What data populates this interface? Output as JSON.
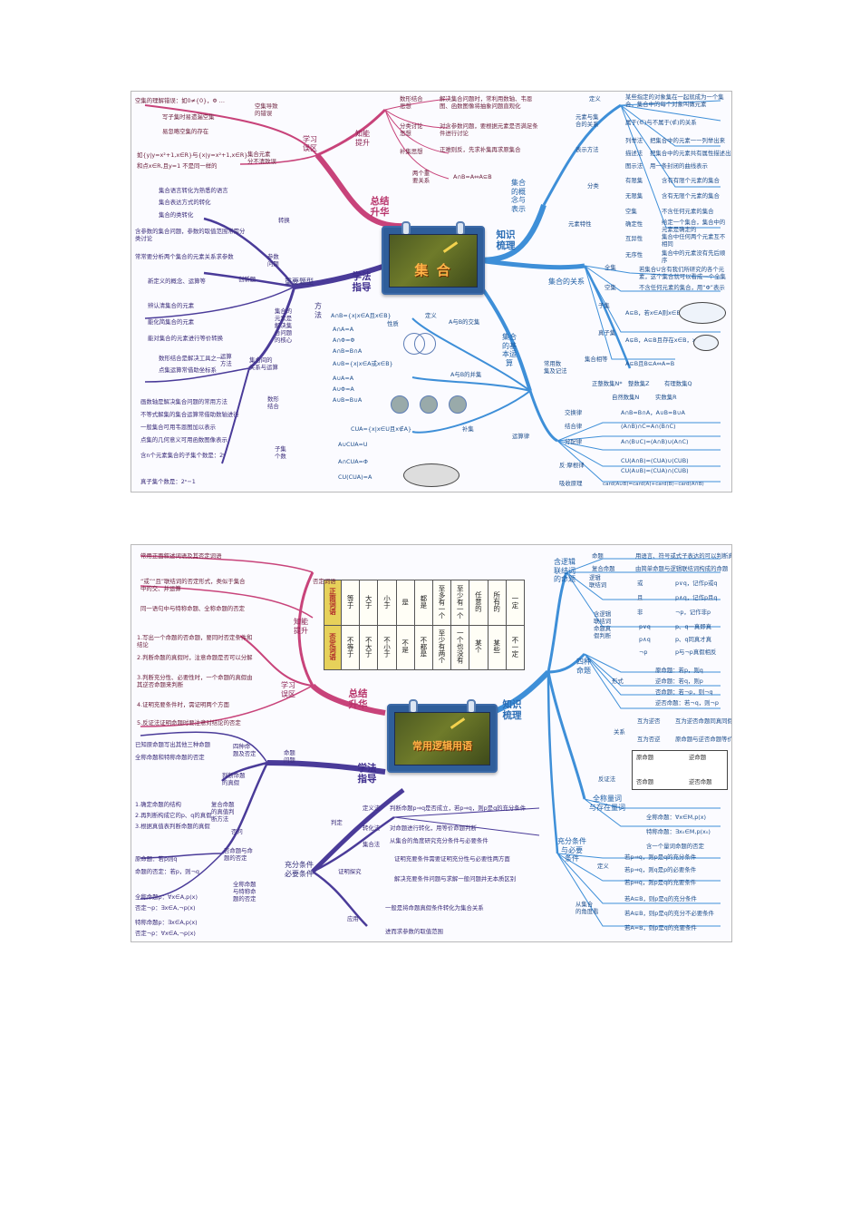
{
  "map1": {
    "center_title": "集 合",
    "hubs": {
      "summary": "总结\n升华",
      "knowledge": "知识\n梳理",
      "method": "学法\n指导"
    },
    "branch_study": "学习\n误区",
    "branch_skill": "知能\n提升",
    "branch_concept": "集合\n的概\n念与\n表示",
    "branch_relation": "集合的关系",
    "branch_ops": "集合\n的基\n本运\n算",
    "branch_key": "重要题型",
    "branch_fangfa": "方\n法",
    "left_top": [
      "空集的理解错误：如0≠{0}，Φ …",
      "空集导致\n的错误",
      "写子集时易遗漏空集",
      "易忽略空集的存在",
      "集合元素\n分不清致误",
      "如{y|y=x²+1,x∈R}与{x|y=x²+1,x∈R}",
      "和点x∈R,且y=1 不是同一样的"
    ],
    "skill_items": [
      "数形结合\n思想",
      "解决集合问题时，常利用数轴、韦恩图、函数图像将抽象问题直观化",
      "分类讨论\n思想",
      "对含参数问题，要根据元素是否满足条件进行讨论",
      "补集思想",
      "正难则反，先求补集再求原集合",
      "两个重\n要关系",
      "A∩B=A⇔A⊆B"
    ],
    "concept_items": [
      "定义",
      "某些指定的对象集在一起就成为一个集合，集合中的每个对象叫做元素",
      "元素与集\n合的关系",
      "属于(∈)与不属于(∉)的关系",
      "表示方法",
      "列举法",
      "把集合中的元素一一列举出来",
      "描述法",
      "把集合中的元素共有属性描述出来",
      "图示法",
      "用一条封闭的曲线表示",
      "分类",
      "有限集",
      "含有有限个元素的集合",
      "无限集",
      "含有无限个元素的集合",
      "空集",
      "不含任何元素的集合",
      "元素特性",
      "确定性",
      "给定一个集合，集合中的元素是确定的",
      "互异性",
      "集合中任何两个元素互不相同",
      "无序性",
      "集合中的元素没有先后顺序"
    ],
    "relation_items": [
      "全集",
      "若集合U含有我们所研究的各个元素，这个集合就可以看成一个全集",
      "空集",
      "不含任何元素的集合，用“Φ”表示",
      "子集",
      "A⊆B，若x∈A则x∈B",
      "真子集",
      "A⊊B，A⊆B且存在x∈B，x∉A",
      "集合相等",
      "A⊆B且B⊆A⇔A=B",
      "常用数\n集及记法",
      "正整数集N*",
      "整数集Z",
      "有理数集Q",
      "自然数集N",
      "实数集R"
    ],
    "ops_items": [
      "A∩B={x|x∈A且x∈B}",
      "定义",
      "A与B的交集",
      "性质",
      "A∩A=A",
      "A∩Φ=Φ",
      "A∩B=B∩A",
      "A∪B={x|x∈A或x∈B}",
      "A与B的并集",
      "A∪A=A",
      "A∪Φ=A",
      "A∪B=B∪A",
      "补集",
      "CUA={x|x∈U且x∉A}",
      "A∪CUA=U",
      "A∩CUA=Φ",
      "CU(CUA)=A",
      "运算律",
      "交换律",
      "A∩B=B∩A，A∪B=B∪A",
      "结合律",
      "(A∩B)∩C=A∩(B∩C)",
      "分配律",
      "A∩(B∪C)=(A∩B)∪(A∩C)",
      "反·摩根律",
      "CU(A∩B)=(CUA)∪(CUB)",
      "CU(A∪B)=(CUA)∩(CUB)",
      "吸收原理",
      "card(A∪B)=card(A)+card(B)−card(A∩B)"
    ],
    "method_items": [
      "集合语言转化为熟悉的语言",
      "集合表达方式的转化",
      "集合的类转化",
      "转换",
      "含参数的集合问题，参数的取值范围常需分类讨论",
      "参数\n问题",
      "常常要分析两个集合的元素关系求参数",
      "新定义的概念、运算等",
      "创新题",
      "辨认清集合的元素",
      "集合的\n元素是\n解决集\n合问题\n的核心",
      "能化简集合的元素",
      "能对集合的元素进行等价转换",
      "数形结合是解决工具之一",
      "运算\n方法",
      "点集运算常借助坐标系",
      "集合间的\n关系与运算",
      "数形\n结合",
      "画数轴是解决集合问题的常用方法",
      "不等式解集的集合运算常借助数轴进行",
      "一般集合可用韦恩图加以表示",
      "点集的几何意义可用函数图像表示",
      "子集\n个数",
      "含n个元素集合的子集个数是：2ⁿ",
      "真子集个数是：2ⁿ−1"
    ]
  },
  "map2": {
    "center_title": "常用逻辑用语",
    "hubs": {
      "summary": "总结\n升华",
      "knowledge": "知识\n梳理",
      "method": "学法\n指导"
    },
    "table": {
      "row_heads": [
        "正面词语",
        "否定词语"
      ],
      "positive": [
        "等于",
        "大于",
        "小于",
        "是",
        "都是",
        "至多有一个",
        "至少有一个",
        "任意的",
        "所有的",
        "一定"
      ],
      "negative": [
        "不等于",
        "不大于",
        "不小于",
        "不是",
        "不都是",
        "至少有两个",
        "一个也没有",
        "某个",
        "某些",
        "不一定"
      ]
    },
    "skill_branch": "知能\n提升",
    "study_branch": "学习\n误区",
    "skill_items": [
      "否定词语",
      "常用正面叙述词语及其否定词语",
      "“或”“且”联结词的否定形式，类似于集合中的交、并运算",
      "同一语句中与特称命题、全称命题的否定",
      "1.写出一个命题的否命题，要同时否定条件和结论",
      "2.判断命题的真假时，注意命题是否可以分解",
      "3.判断充分性、必要性时，一个命题的真假由其逆否命题来判断",
      "4.证明充要条件时，需证明两个方面",
      "5.反证法证明命题时要注意对结论的否定"
    ],
    "method_items": [
      "命题\n问题",
      "四种命\n题及否定",
      "已知原命题写出其他三种命题",
      "全称命题和特称命题的否定",
      "判断命题\n的真假",
      "复合命题\n的真值判\n断方法",
      "1.确定命题的结构",
      "2.再判断构成它的p、q的真假",
      "3.根据真值表判断命题的真假",
      "否问",
      "否命题与命\n题的否定",
      "原命题：若p则q",
      "命题的否定：若p，则¬q",
      "全称命题\n与特称命\n题的否定",
      "全称命题p：∀x∈A,p(x)",
      "否定¬p：∃x∈A,¬p(x)",
      "特称命题p：∃x∈A,p(x)",
      "否定¬p：∀x∈A,¬p(x)"
    ],
    "suff_branch": "充分条件\n必要条件",
    "suff_items": [
      "判定",
      "定义法",
      "判断命题p⇒q是否成立，若p⇒q，则p是q的充分条件",
      "转化法",
      "对命题进行转化，用等价命题判断",
      "集合法",
      "从集合的角度研究充分条件与必要条件",
      "证明探究",
      "证明充要条件需要证明充分性与必要性两方面",
      "解决充要条件问题与求解一般问题并无本质区别",
      "应用",
      "一般是将命题真假条件转化为集合关系",
      "进而求参数的取值范围"
    ],
    "logic_branch": "含逻辑\n联结词\n的命题",
    "logic_items": [
      "命题",
      "用语言、符号或式子表达的可以判断真假的陈述句",
      "复合命题",
      "由简单命题与逻辑联结词构成的命题",
      "逻辑\n联结词",
      "或",
      "p∨q，记作p或q",
      "且",
      "p∧q，记作p且q",
      "非",
      "¬p，记作非p",
      "含逻辑\n联结词\n命题真\n假判断",
      "p∨q",
      "p、q一真即真",
      "p∧q",
      "p、q同真才真",
      "¬p",
      "p与¬p真假相反"
    ],
    "four_branch": "四种\n命题",
    "four_items": [
      "形式",
      "原命题：若p，则q",
      "逆命题：若q，则p",
      "否命题：若¬p，则¬q",
      "逆否命题：若¬q，则¬p",
      "关系",
      "互为逆否",
      "互为逆否命题同真同假",
      "互为否逆",
      "原命题与逆否命题等价",
      "原命题",
      "逆命题",
      "否命题",
      "逆否命题",
      "反证法"
    ],
    "quant_branch": "全称量词\n与存在量词",
    "quant_items": [
      "全称命题：∀x∈M,p(x)",
      "特称命题：∃x₀∈M,p(x₀)",
      "含一个量词命题的否定"
    ],
    "cond_branch": "充分条件\n与必要\n条件",
    "cond_items": [
      "定义",
      "若p⇒q，则p是q的充分条件",
      "若p⇒q，则q是p的必要条件",
      "若p⇔q，则p是q的充要条件",
      "从集合\n的角度看",
      "若A⊆B，则p是q的充分条件",
      "若A⊊B，则p是q的充分不必要条件",
      "若A=B，则p是q的充要条件"
    ]
  }
}
